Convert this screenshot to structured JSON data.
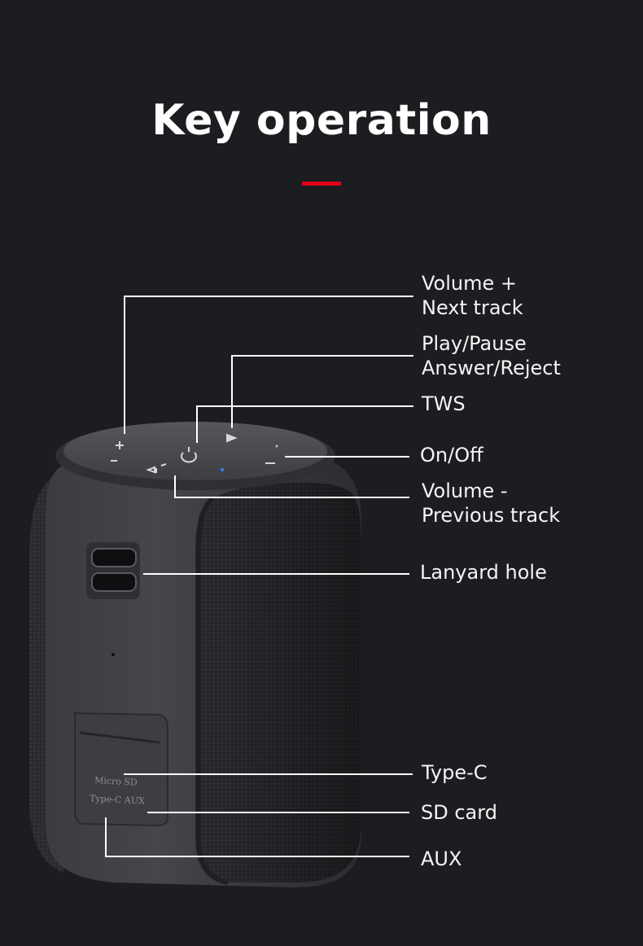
{
  "title": "Key operation",
  "colors": {
    "background": "#1c1d21",
    "accent": "#e0001b",
    "text": "#ffffff"
  },
  "speaker": {
    "top_icons": [
      "plus-icon",
      "minus-icon",
      "tws-icon",
      "play-pause-icon",
      "power-icon",
      "previous-icon"
    ],
    "port_door_text": {
      "micro_sd": "Micro SD",
      "typec_aux": "Type-C AUX"
    }
  },
  "labels": {
    "volume_up": {
      "line1": "Volume +",
      "line2": "Next track"
    },
    "play_pause": {
      "line1": "Play/Pause",
      "line2": "Answer/Reject"
    },
    "tws": "TWS",
    "power": "On/Off",
    "volume_down": {
      "line1": "Volume -",
      "line2": "Previous track"
    },
    "lanyard": "Lanyard hole",
    "typec": "Type-C",
    "sd_card": "SD card",
    "aux": "AUX"
  }
}
